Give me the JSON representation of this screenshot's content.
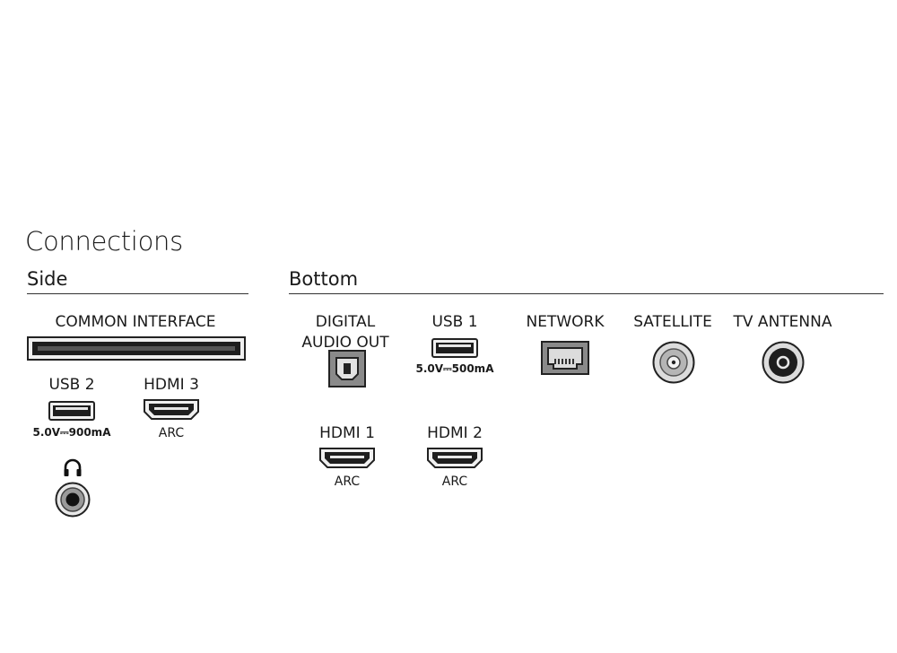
{
  "heading": "Connections",
  "side": {
    "title": "Side",
    "common_interface": "COMMON INTERFACE",
    "usb2": {
      "label": "USB 2",
      "spec": "5.0V⎓900mA"
    },
    "hdmi3": {
      "label": "HDMI 3",
      "sub": "ARC"
    },
    "headphone_icon": "headphones-icon"
  },
  "bottom": {
    "title": "Bottom",
    "digital_audio_out": {
      "line1": "DIGITAL",
      "line2": "AUDIO OUT"
    },
    "usb1": {
      "label": "USB 1",
      "spec": "5.0V⎓500mA"
    },
    "network": "NETWORK",
    "satellite": "SATELLITE",
    "tv_antenna": "TV ANTENNA",
    "hdmi1": {
      "label": "HDMI 1",
      "sub": "ARC"
    },
    "hdmi2": {
      "label": "HDMI 2",
      "sub": "ARC"
    }
  }
}
